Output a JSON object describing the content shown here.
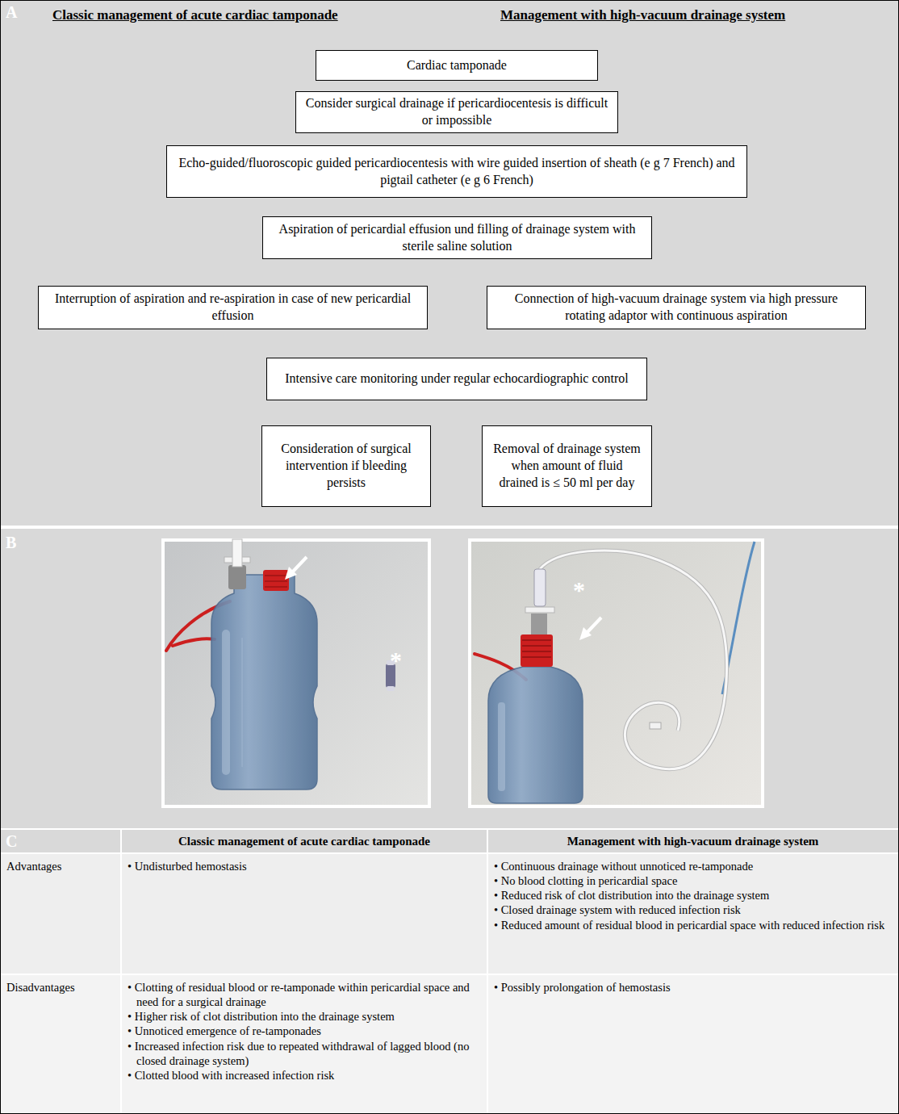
{
  "diagram": {
    "nodes": [
      {
        "text": [
          "Cardiac tamponade"
        ]
      },
      {
        "text": [
          "Consider surgical drainage if pericardiocentesis is difficult or impossible"
        ]
      },
      {
        "text": [
          "Echo-guided/fluoroscopic guided pericardiocentesis with wire guided insertion of sheath (e g 7 French) and pigtail catheter (e g 6 French)"
        ]
      },
      {
        "text": [
          "Aspiration of pericardial effusion und filling of drainage system with sterile saline solution"
        ]
      },
      {
        "text": [
          "Interruption of aspiration and re-aspiration in case of new pericardial effusion"
        ]
      },
      {
        "text": [
          "Connection of high-vacuum drainage system via high pressure rotating adaptor with continuous aspiration"
        ]
      },
      {
        "text": [
          "Intensive care monitoring under regular echocardiographic control"
        ]
      },
      {
        "text": [
          "Consideration of surgical intervention if bleeding persists"
        ]
      },
      {
        "text": [
          "Removal of drainage system when amount of fluid drained is ≤ 50 ml per day"
        ]
      }
    ],
    "edges": [
      {
        "from": 0,
        "to": 1,
        "arrow": "to"
      },
      {
        "from": 1,
        "to": 2,
        "arrow": "to"
      },
      {
        "from": 2,
        "to": 3,
        "arrow": "to"
      },
      {
        "from": 3,
        "to": 4,
        "arrow": "to"
      },
      {
        "from": 3,
        "to": 5,
        "arrow": "to"
      },
      {
        "from": 4,
        "to": 6,
        "arrow": "to"
      },
      {
        "from": 5,
        "to": 6,
        "arrow": "to"
      },
      {
        "from": 6,
        "to": 7,
        "arrow": "to"
      },
      {
        "from": 6,
        "to": 8,
        "arrow": "to"
      }
    ],
    "labels": [
      "A",
      "Classic management of acute cardiac tamponade",
      "Management with high-vacuum drainage system",
      "B",
      "*",
      "*",
      "C",
      "Classic management of acute cardiac tamponade",
      "Management with high-vacuum drainage system",
      "Advantages",
      "• Undisturbed hemostasis",
      "• Continuous drainage without unnoticed re-tamponade",
      "• No blood clotting in pericardial space",
      "• Reduced risk of clot distribution into the drainage system",
      "• Closed drainage system with reduced infection risk",
      "• Reduced amount of residual blood in pericardial space with reduced infection risk",
      "Disadvantages",
      "• Clotting of residual blood or re-tamponade within pericardial space and need for a surgical drainage",
      "• Higher risk of clot distribution into the drainage system",
      "• Unnoticed emergence of re-tamponades",
      "• Increased infection risk due to repeated withdrawal of lagged blood (no closed drainage system)",
      "• Clotted blood with increased infection risk",
      "• Possibly prolongation of hemostasis"
    ]
  }
}
